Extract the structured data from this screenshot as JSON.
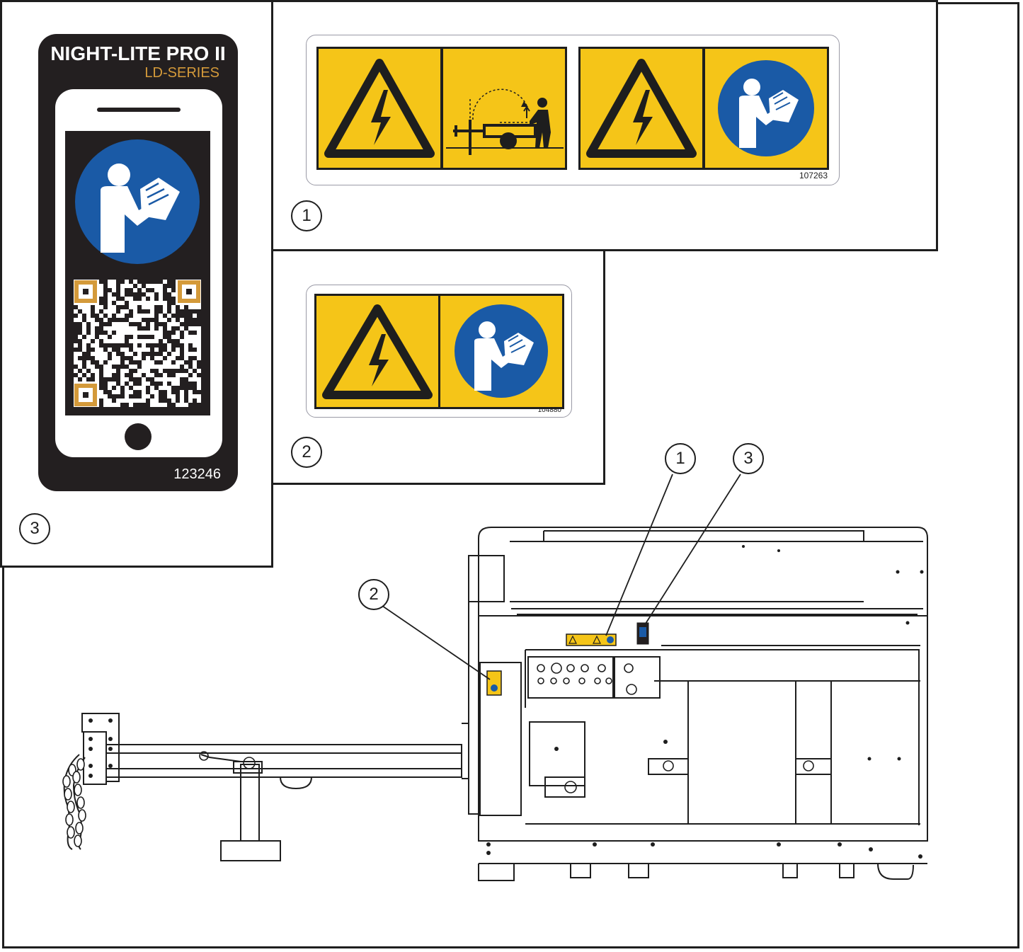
{
  "decal_1": {
    "callout": "1",
    "part_number": "107263"
  },
  "decal_2": {
    "callout": "2",
    "part_number": "104880"
  },
  "decal_3": {
    "callout": "3",
    "title": "NIGHT-LITE PRO II",
    "subtitle": "LD-SERIES",
    "part_number": "123246"
  },
  "machine_callouts": {
    "c1": "1",
    "c2": "2",
    "c3": "3"
  },
  "colors": {
    "safety_yellow": "#f5c518",
    "mandatory_blue": "#1a5aa6",
    "card_dark": "#231f20",
    "brand_orange": "#d49a3a",
    "line": "#1e1e1e"
  },
  "icons": [
    "electrical-hazard-icon",
    "tow-hitch-lift-icon",
    "read-manual-icon",
    "qr-code-icon"
  ]
}
